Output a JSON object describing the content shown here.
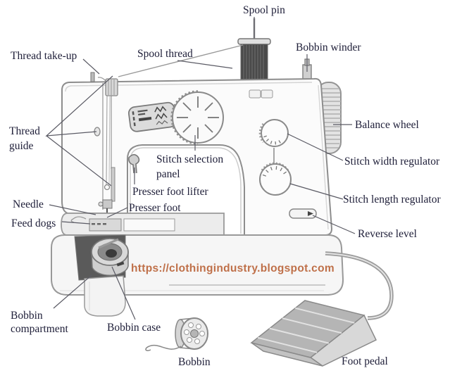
{
  "diagram": {
    "type": "labeled-illustration",
    "subject": "Sewing machine parts diagram",
    "label_color": "#20203a",
    "leader_line_color": "#5a5a64",
    "machine_line_color": "#8d8d8d"
  },
  "labels": {
    "spool_pin": "Spool pin",
    "spool_thread": "Spool thread",
    "bobbin_winder": "Bobbin winder",
    "thread_take_up": "Thread take-up",
    "thread_guide_line1": "Thread",
    "thread_guide_line2": "guide",
    "balance_wheel": "Balance wheel",
    "stitch_selection_line1": "Stitch selection",
    "stitch_selection_line2": "panel",
    "stitch_width_regulator": "Stitch width regulator",
    "stitch_length_regulator": "Stitch length regulator",
    "presser_foot_lifter": "Presser foot lifter",
    "presser_foot": "Presser foot",
    "needle": "Needle",
    "feed_dogs": "Feed dogs",
    "reverse_level": "Reverse level",
    "bobbin_compartment_line1": "Bobbin",
    "bobbin_compartment_line2": "compartment",
    "bobbin_case": "Bobbin case",
    "bobbin": "Bobbin",
    "foot_pedal": "Foot pedal"
  },
  "watermark": {
    "text": "https://clothingindustry.blogspot.com",
    "color": "#bf7049"
  }
}
